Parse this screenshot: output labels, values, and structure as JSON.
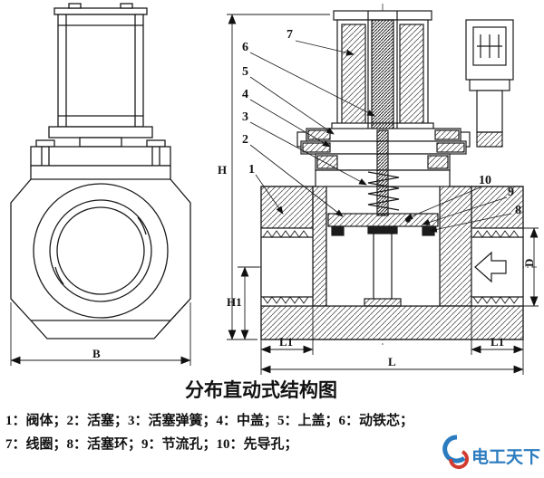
{
  "title": "分布直动式结构图",
  "legend": {
    "line1": "1：阀体；2：活塞；3：活塞弹簧；4：中盖；5：上盖；6：动铁芯；",
    "line2": "7：线圈；8：活塞环；9：节流孔；10：先导孔；"
  },
  "watermark": {
    "brand": "电工天下"
  },
  "dims": {
    "B": "B",
    "H": "H",
    "H1": "H1",
    "L": "L",
    "L1_left": "L1",
    "L1_right": "L1",
    "D": "D"
  },
  "parts": {
    "p1": "1",
    "p2": "2",
    "p3": "3",
    "p4": "4",
    "p5": "5",
    "p6": "6",
    "p7": "7",
    "p8": "8",
    "p9": "9",
    "p10": "10"
  },
  "colors": {
    "ink": "#1a1a1a",
    "brand_blue": "#2b7bbf",
    "brand_red": "#d23b2f"
  }
}
